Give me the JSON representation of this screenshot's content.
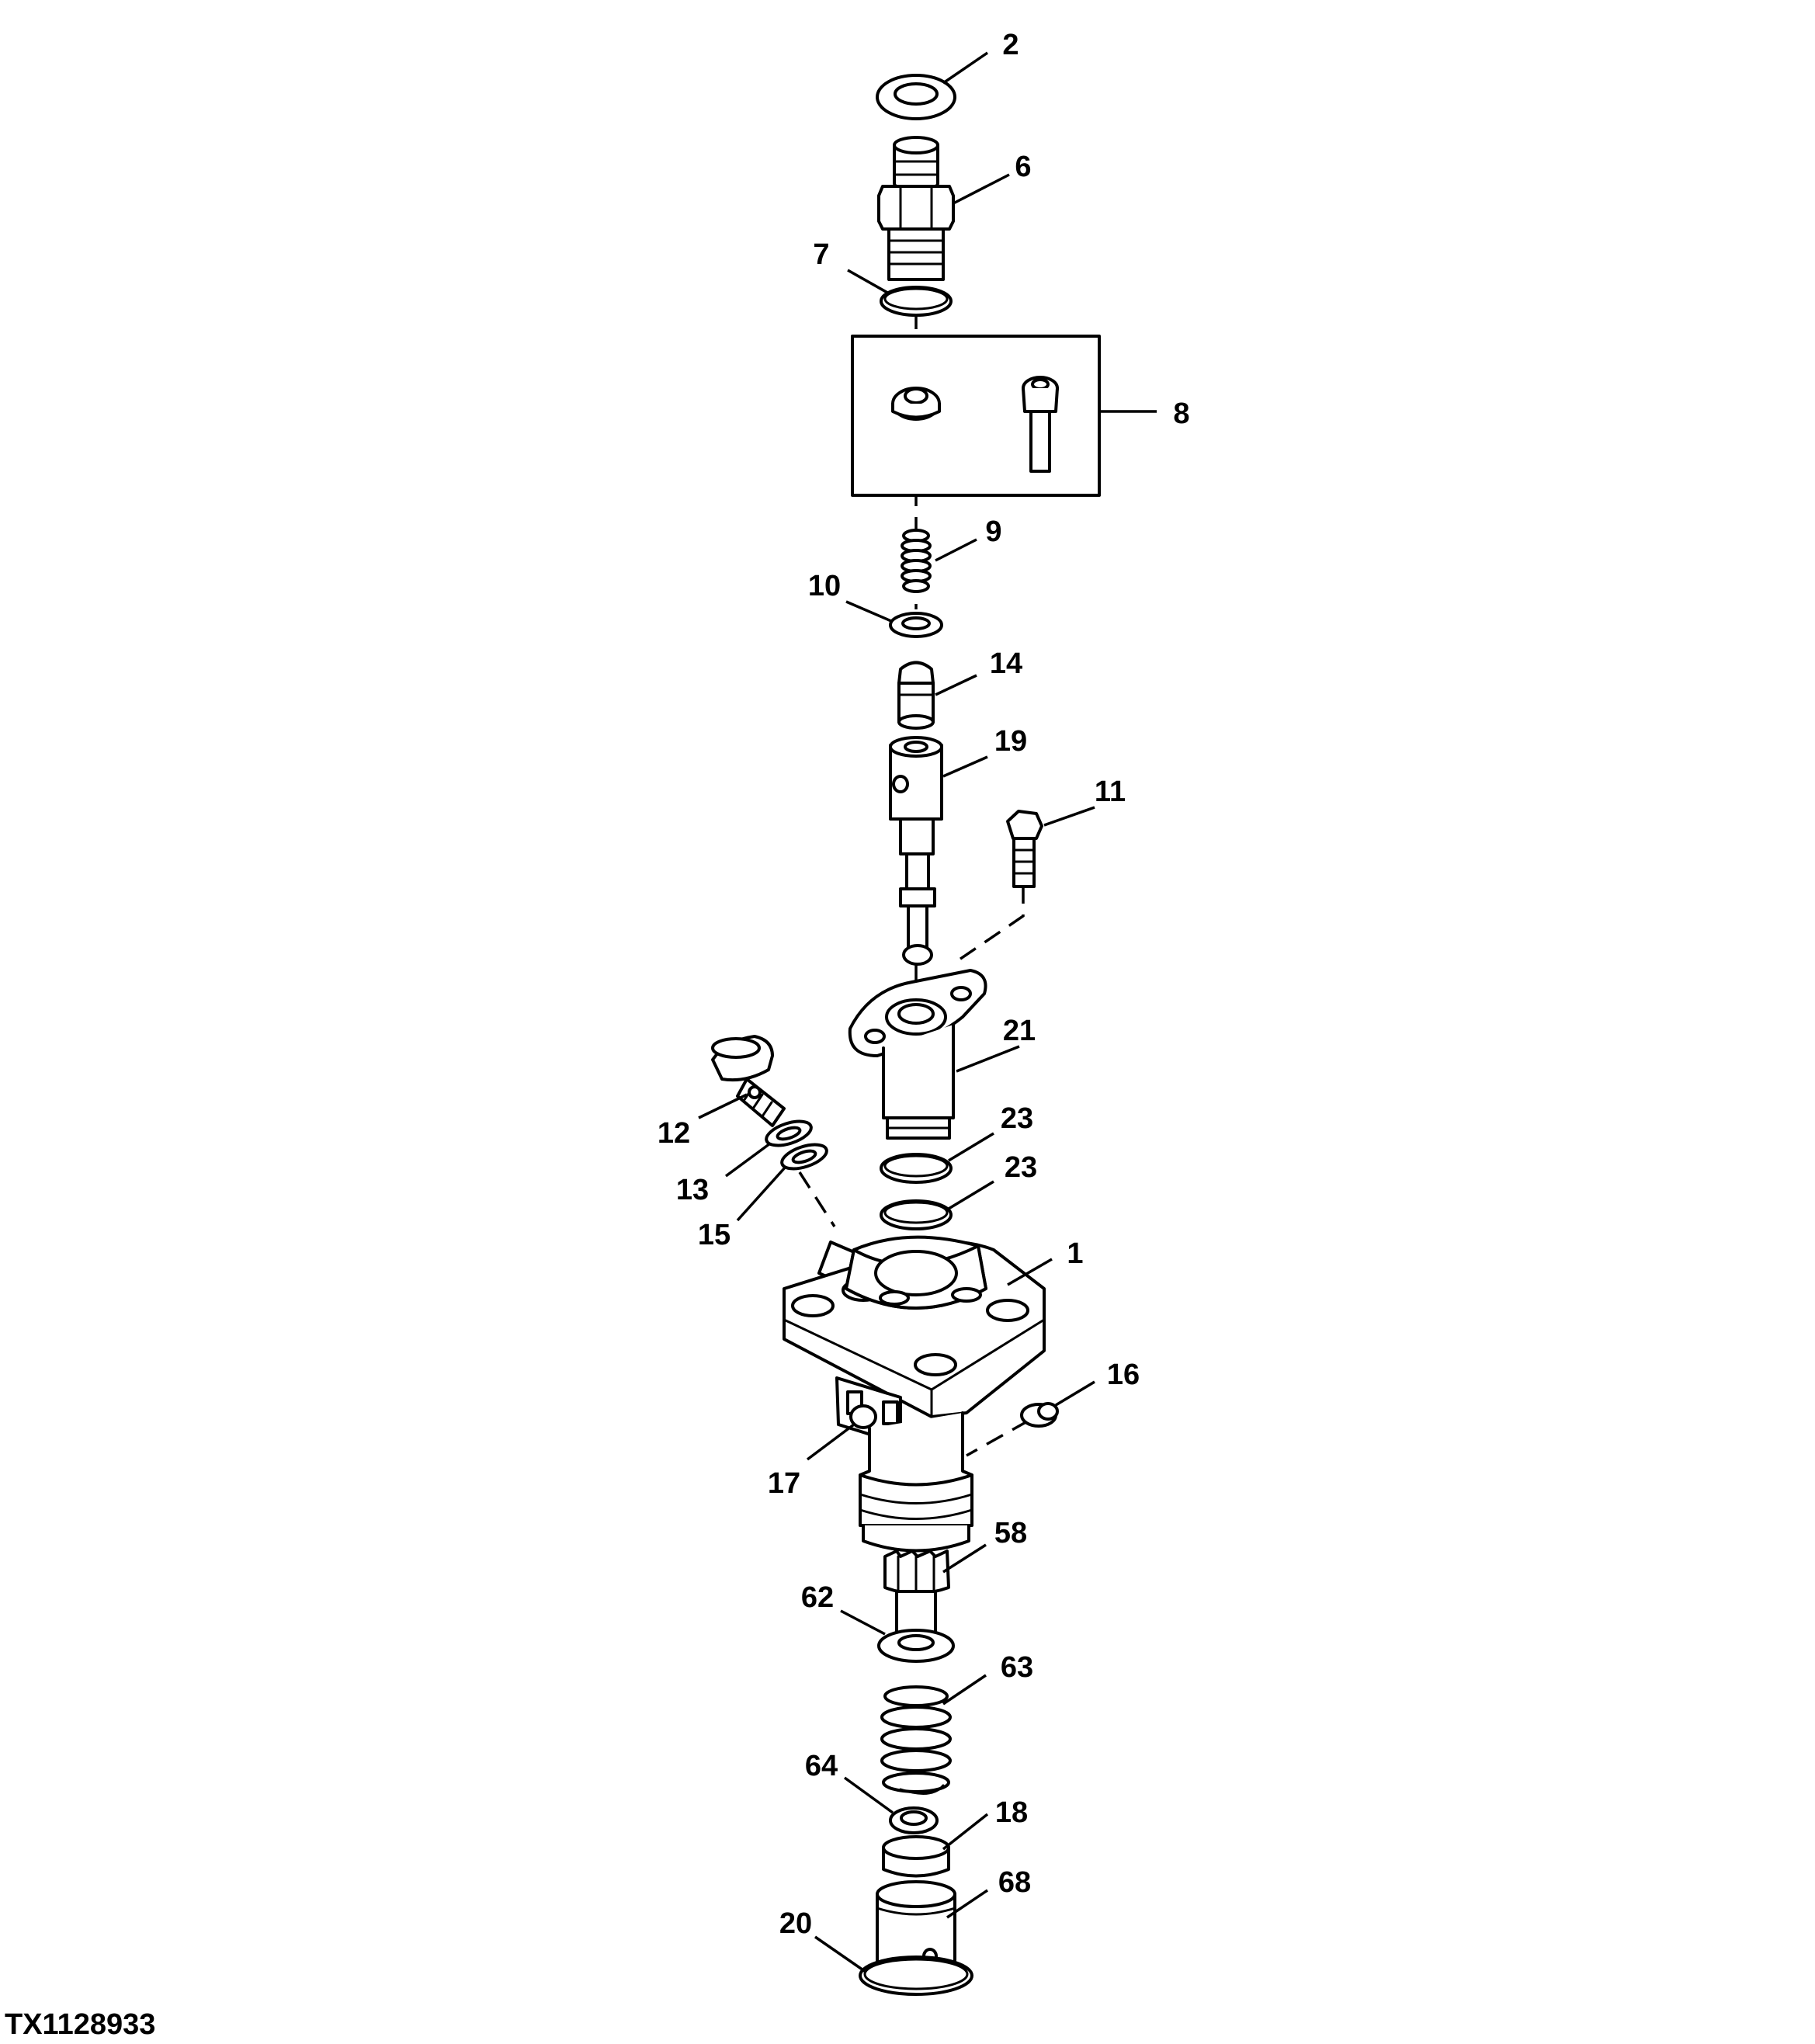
{
  "figure_id": "TX1128933",
  "callouts": [
    "2",
    "6",
    "7",
    "8",
    "9",
    "10",
    "14",
    "19",
    "11",
    "21",
    "12",
    "23",
    "23",
    "13",
    "15",
    "1",
    "16",
    "17",
    "58",
    "62",
    "63",
    "64",
    "18",
    "68",
    "20"
  ],
  "colors": {
    "line": "#000000",
    "background": "#ffffff"
  }
}
